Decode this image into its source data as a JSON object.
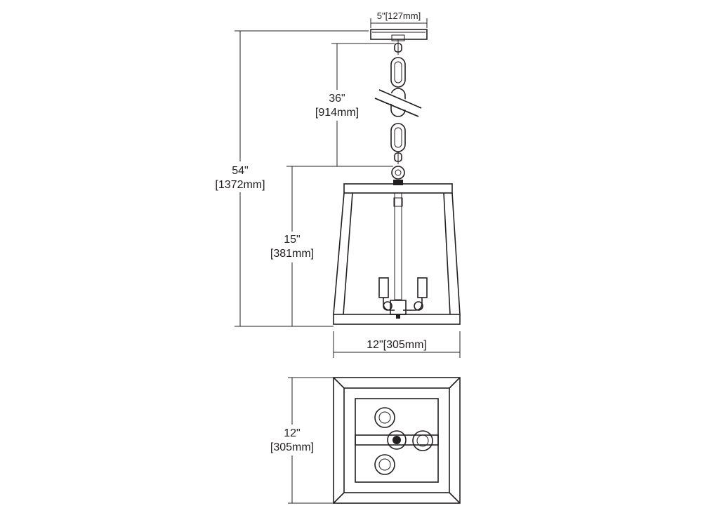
{
  "dimensions": {
    "canopy_width": "5\"[127mm]",
    "chain_length_in": "36\"",
    "chain_length_mm": "[914mm]",
    "overall_height_in": "54\"",
    "overall_height_mm": "[1372mm]",
    "body_height_in": "15\"",
    "body_height_mm": "[381mm]",
    "body_width": "12\"[305mm]",
    "depth_in": "12\"",
    "depth_mm": "[305mm]"
  }
}
